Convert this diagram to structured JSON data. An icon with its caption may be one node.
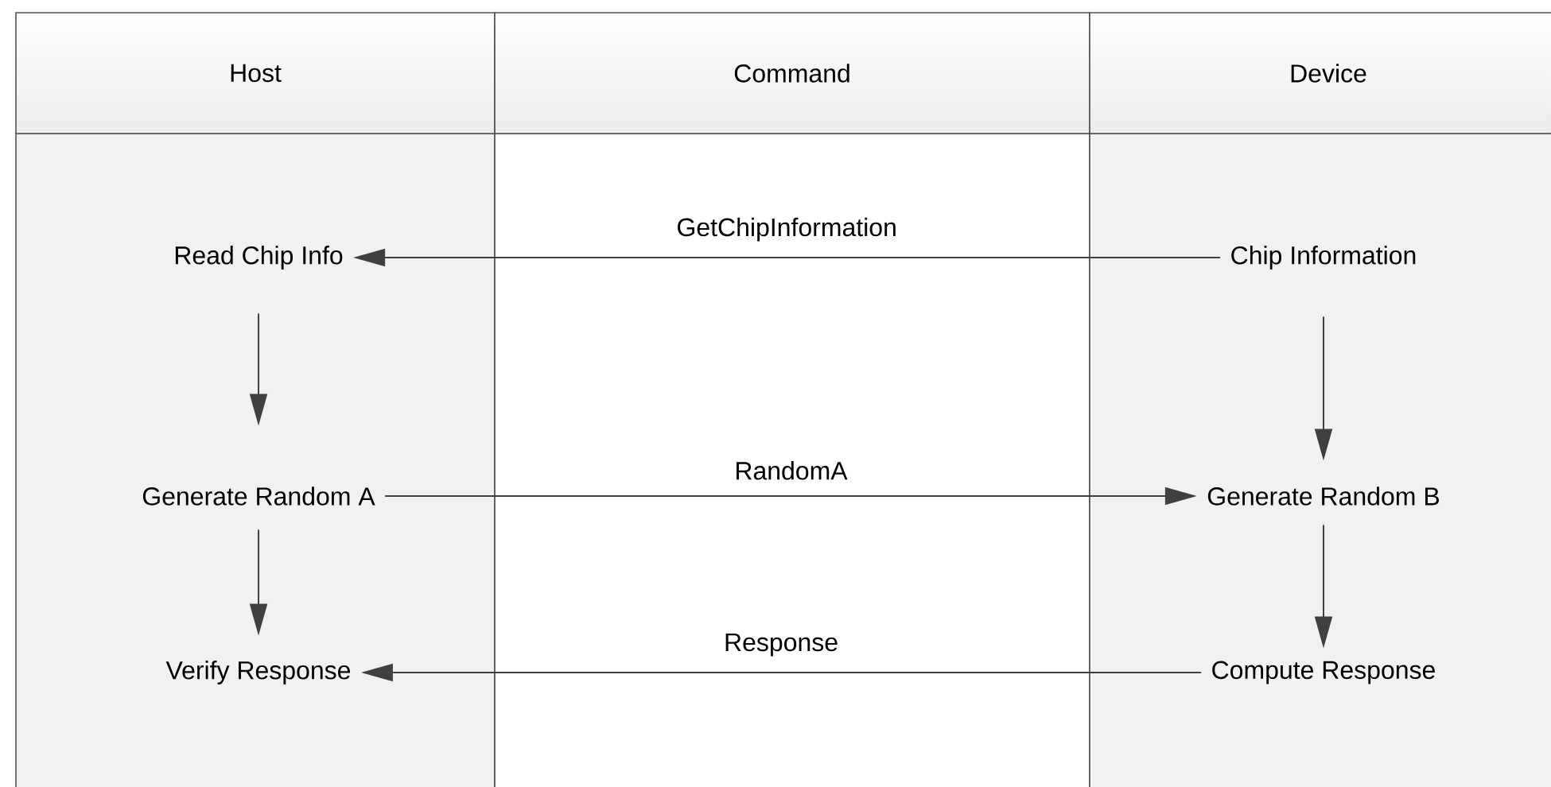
{
  "diagram": {
    "nodes": [
      {
        "text": [
          "Host"
        ]
      },
      {
        "text": [
          "Command"
        ]
      },
      {
        "text": [
          "Device"
        ]
      },
      {
        "text": [
          "Read Chip Info"
        ]
      },
      {
        "text": [
          "Generate Random A"
        ]
      },
      {
        "text": [
          "Verify Response"
        ]
      },
      {
        "text": [
          "Chip Information"
        ]
      },
      {
        "text": [
          "Generate Random B"
        ]
      },
      {
        "text": [
          "Compute Response"
        ]
      }
    ],
    "edges": [
      {
        "from": 3,
        "to": 4,
        "arrow": "to"
      },
      {
        "from": 4,
        "to": 5,
        "arrow": "to"
      },
      {
        "from": 6,
        "to": 7,
        "arrow": "to"
      },
      {
        "from": 7,
        "to": 8,
        "arrow": "to"
      },
      {
        "from": 6,
        "to": 3,
        "arrow": "to",
        "label": "GetChipInformation"
      },
      {
        "from": 4,
        "to": 7,
        "arrow": "to",
        "label": "RandomA"
      },
      {
        "from": 8,
        "to": 5,
        "arrow": "to",
        "label": "Response"
      }
    ]
  }
}
